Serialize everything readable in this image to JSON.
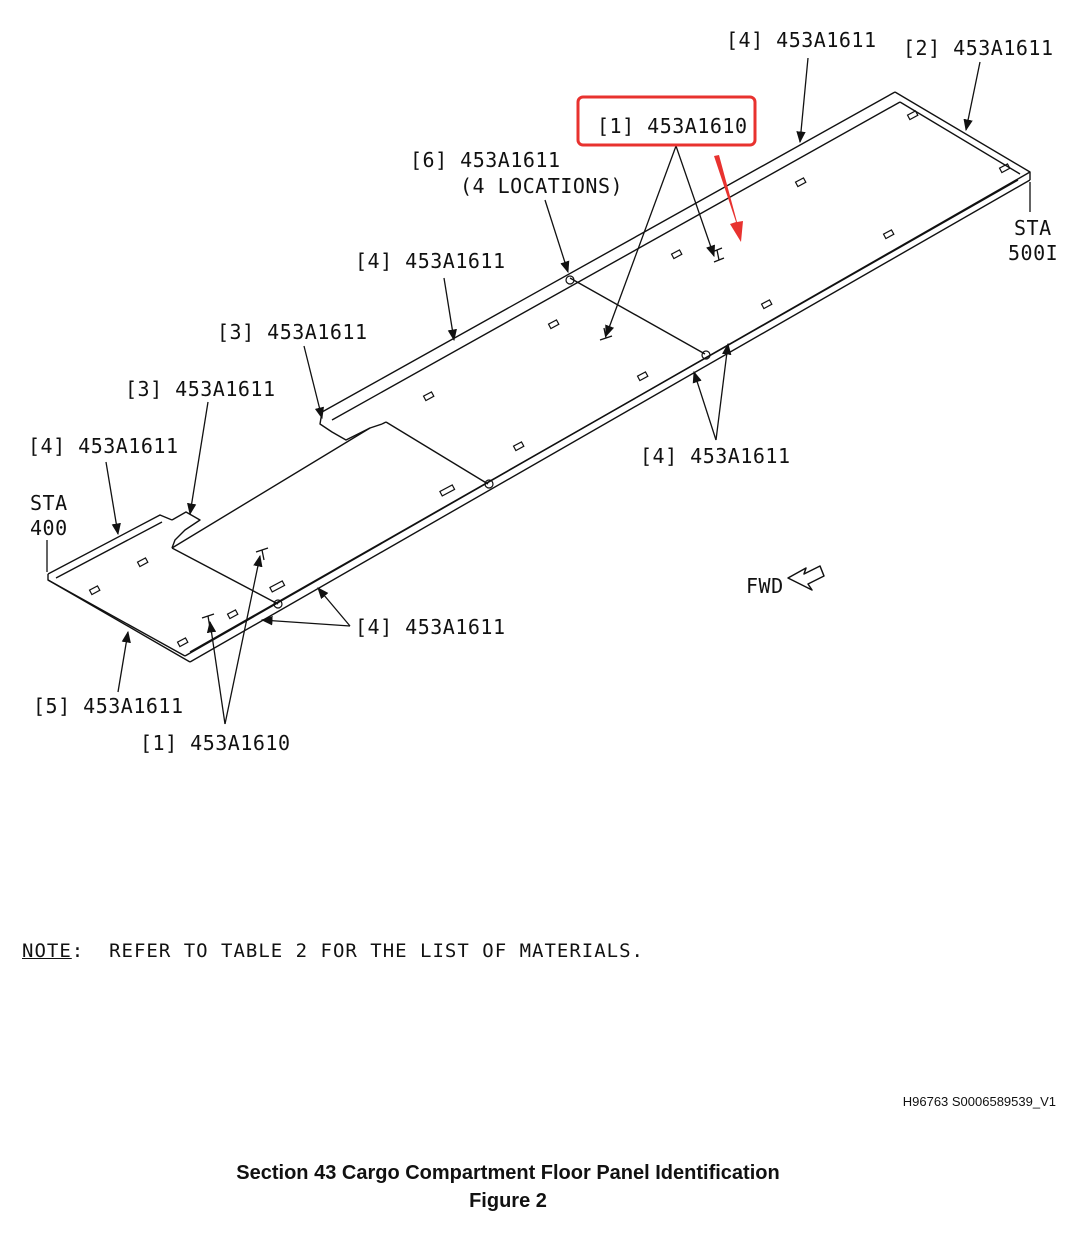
{
  "callouts": {
    "top_4": "[4] 453A1611",
    "top_2": "[2] 453A1611",
    "highlight_1": "[1] 453A1610",
    "label_6": "[6] 453A1611",
    "label_6_note": "(4 LOCATIONS)",
    "sta_500_a": "STA",
    "sta_500_b": "500I",
    "mid_4": "[4] 453A1611",
    "upper_3": "[3] 453A1611",
    "lower_3": "[3] 453A1611",
    "left_4": "[4] 453A1611",
    "sta_400_a": "STA",
    "sta_400_b": "400",
    "right_4": "[4] 453A1611",
    "bottom_4": "[4] 453A1611",
    "bottom_5": "[5] 453A1611",
    "bottom_1": "[1] 453A1610",
    "fwd": "FWD"
  },
  "note": {
    "key": "NOTE",
    "text": ":  REFER TO TABLE 2 FOR THE LIST OF MATERIALS."
  },
  "doc_id": "H96763 S0006589539_V1",
  "caption": {
    "title": "Section 43 Cargo Compartment Floor Panel Identification",
    "figure": "Figure 2"
  },
  "colors": {
    "highlight": "#e8322f",
    "line": "#111111"
  }
}
